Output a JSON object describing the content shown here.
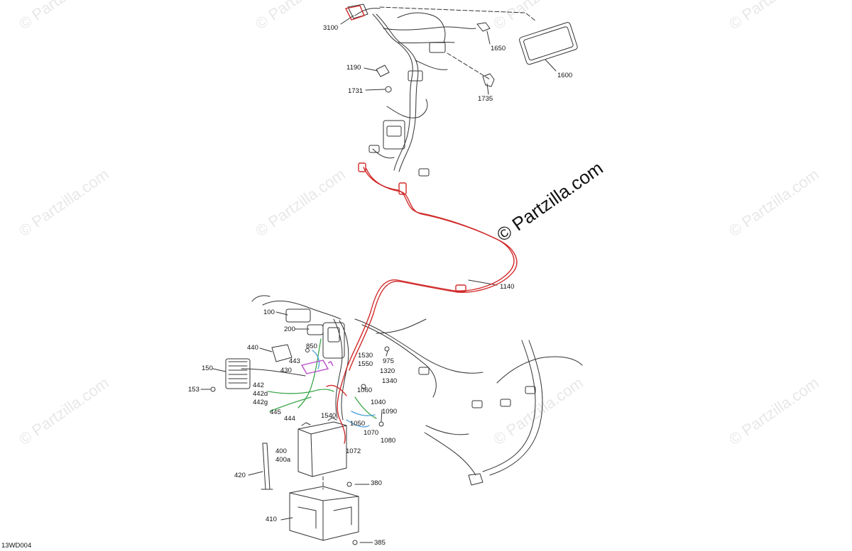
{
  "diagram": {
    "drawing_code": "13WD004",
    "watermark_text": "© Partzilla.com",
    "callouts": [
      {
        "id": "3100"
      },
      {
        "id": "1650"
      },
      {
        "id": "1600"
      },
      {
        "id": "1190"
      },
      {
        "id": "1731"
      },
      {
        "id": "1735"
      },
      {
        "id": "1140"
      },
      {
        "id": "100"
      },
      {
        "id": "200"
      },
      {
        "id": "440"
      },
      {
        "id": "850"
      },
      {
        "id": "443"
      },
      {
        "id": "430"
      },
      {
        "id": "150"
      },
      {
        "id": "1530"
      },
      {
        "id": "1550"
      },
      {
        "id": "975"
      },
      {
        "id": "1320"
      },
      {
        "id": "1340"
      },
      {
        "id": "1060"
      },
      {
        "id": "442"
      },
      {
        "id": "442d"
      },
      {
        "id": "442g"
      },
      {
        "id": "153"
      },
      {
        "id": "445"
      },
      {
        "id": "444"
      },
      {
        "id": "1540"
      },
      {
        "id": "1040"
      },
      {
        "id": "1090"
      },
      {
        "id": "1050"
      },
      {
        "id": "1070"
      },
      {
        "id": "1080"
      },
      {
        "id": "1072"
      },
      {
        "id": "400"
      },
      {
        "id": "400a"
      },
      {
        "id": "420"
      },
      {
        "id": "380"
      },
      {
        "id": "410"
      },
      {
        "id": "385"
      }
    ],
    "colors": {
      "main_harness": "#d12a2a",
      "ground_harness": "#3aa64a",
      "sensor_harness": "#4a9fd8",
      "relay_module": "#b84cc8",
      "line_art": "#333333",
      "watermark": "#e8e8e8"
    }
  }
}
